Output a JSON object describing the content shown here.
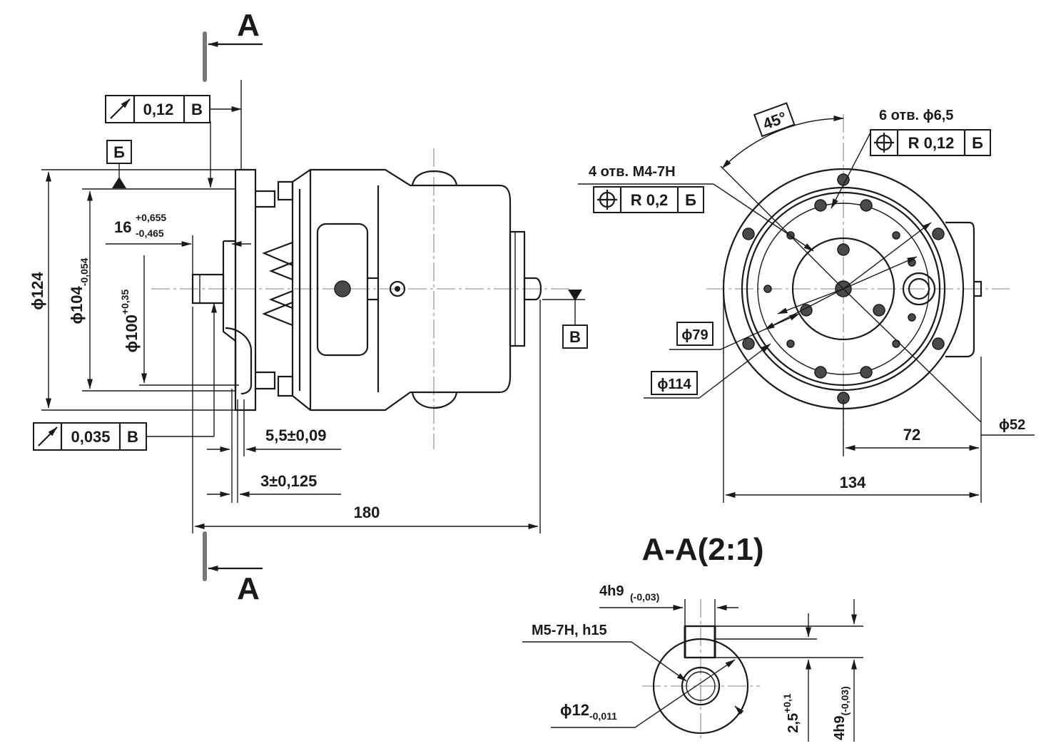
{
  "section": {
    "letter_top": "А",
    "letter_bottom": "А",
    "title": "А-А(2:1)"
  },
  "frames": {
    "runout_top": {
      "value": "0,12",
      "datum": "В"
    },
    "runout_bottom": {
      "value": "0,035",
      "datum": "В"
    },
    "pos_6holes": {
      "value": "R 0,12",
      "datum": "Б"
    },
    "pos_4holes": {
      "value": "R 0,2",
      "datum": "Б"
    }
  },
  "datums": {
    "b": "Б",
    "v": "В"
  },
  "dims": {
    "d124": "124",
    "d104": {
      "main": "104",
      "tol": "-0,054"
    },
    "d100": {
      "main": "100",
      "tol": "+0,35"
    },
    "l16": {
      "main": "16",
      "upper": "+0,655",
      "lower": "-0,465"
    },
    "l55": "5,5±0,09",
    "l3": "3±0,125",
    "l180": "180",
    "angle45": "45°",
    "holes6": "6 отв. ϕ6,5",
    "holes4": "4 отв. М4-7Н",
    "d79": "ϕ79",
    "d114": "ϕ114",
    "d52": "ϕ52",
    "l72": "72",
    "l134": "134",
    "key_w": {
      "main": "4h9",
      "tol": "(-0,03)"
    },
    "thread": "М5-7Н, h15",
    "d12": {
      "main": "12",
      "tol": "-0,011"
    },
    "depth25": {
      "main": "2,5",
      "tol": "+0,1"
    },
    "key_h": {
      "main": "4h9",
      "tol": "(-0,03)"
    }
  },
  "symbols": {
    "diameter": "ϕ",
    "runout": "runout-arrow-icon",
    "position": "position-crosshair-icon"
  }
}
